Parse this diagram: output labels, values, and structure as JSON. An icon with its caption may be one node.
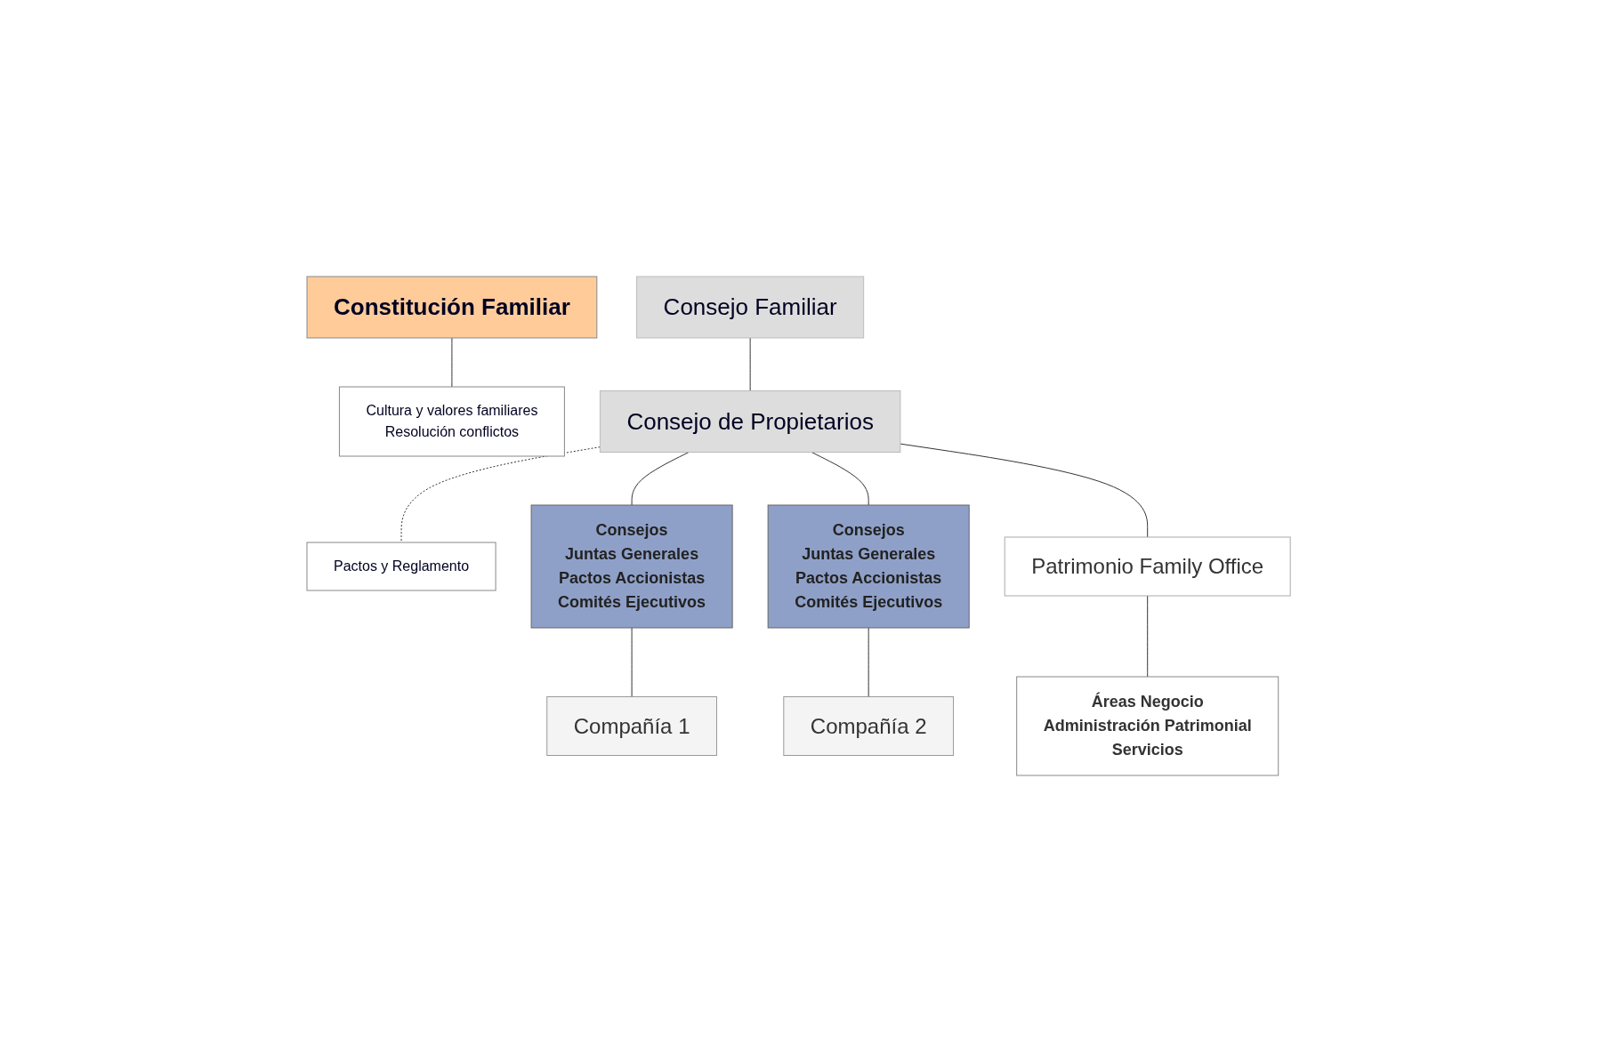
{
  "diagram": {
    "nodes": [
      {
        "text": [
          "Constitución Familiar"
        ]
      },
      {
        "text": [
          "Cultura y valores familiares",
          "Resolución conflictos"
        ]
      },
      {
        "text": [
          "Consejo Familiar"
        ]
      },
      {
        "text": [
          "Consejo de Propietarios"
        ]
      },
      {
        "text": [
          "Pactos y Reglamento"
        ]
      },
      {
        "text": [
          "Consejos",
          "Juntas Generales",
          "Pactos Accionistas",
          "Comités Ejecutivos"
        ]
      },
      {
        "text": [
          "Consejos",
          "Juntas Generales",
          "Pactos Accionistas",
          "Comités Ejecutivos"
        ]
      },
      {
        "text": [
          "Patrimonio Family Office"
        ]
      },
      {
        "text": [
          "Compañía 1"
        ]
      },
      {
        "text": [
          "Compañía 2"
        ]
      },
      {
        "text": [
          "Áreas Negocio",
          "Administración Patrimonial",
          "Servicios"
        ]
      }
    ],
    "edges": [
      {
        "from": 0,
        "to": 1,
        "arrow": "none"
      },
      {
        "from": 2,
        "to": 3,
        "arrow": "none"
      },
      {
        "from": 3,
        "to": 4,
        "arrow": "none",
        "style": "dashed"
      },
      {
        "from": 3,
        "to": 5,
        "arrow": "none"
      },
      {
        "from": 3,
        "to": 6,
        "arrow": "none"
      },
      {
        "from": 3,
        "to": 7,
        "arrow": "none"
      },
      {
        "from": 5,
        "to": 8,
        "arrow": "none"
      },
      {
        "from": 6,
        "to": 9,
        "arrow": "none"
      },
      {
        "from": 7,
        "to": 10,
        "arrow": "none"
      }
    ]
  }
}
